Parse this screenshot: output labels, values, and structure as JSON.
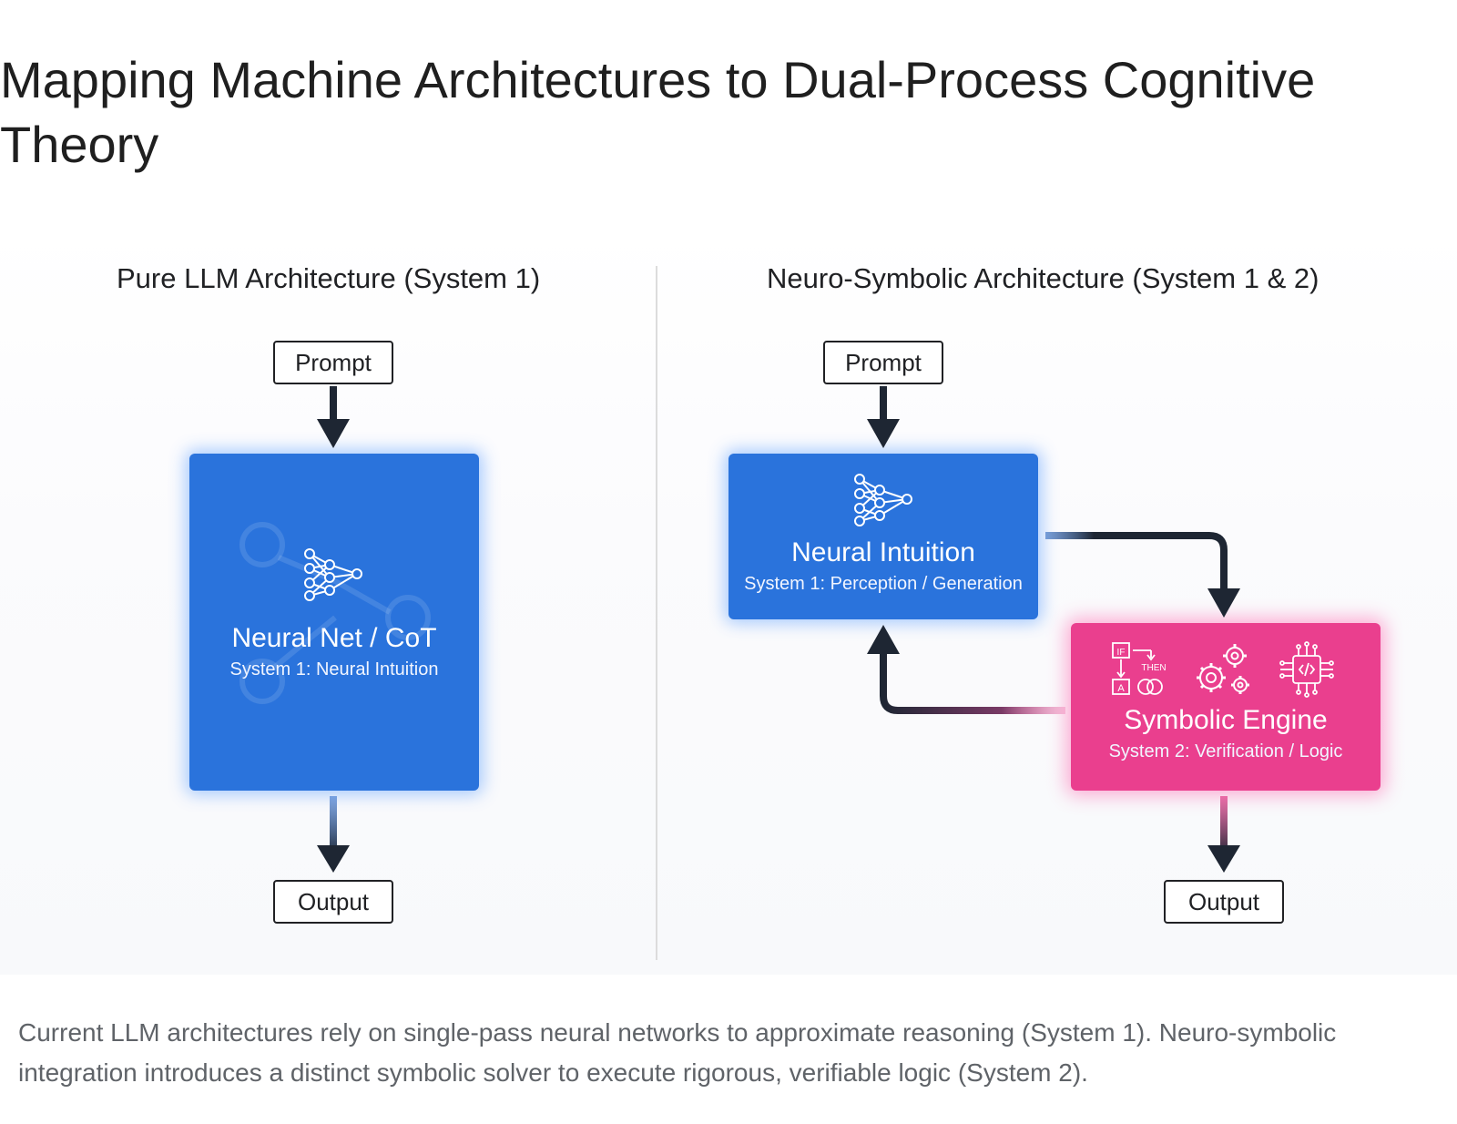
{
  "page": {
    "title": "Mapping Machine Architectures to Dual-Process Cognitive Theory",
    "caption": "Current LLM architectures rely on single-pass neural networks to approximate reasoning (System 1). Neuro-symbolic integration introduces a distinct symbolic solver to execute rigorous, verifiable logic (System 2)."
  },
  "left_panel": {
    "title": "Pure LLM Architecture (System 1)",
    "prompt_label": "Prompt",
    "block_title": "Neural Net / CoT",
    "block_subtitle": "System 1: Neural Intuition",
    "output_label": "Output"
  },
  "right_panel": {
    "title": "Neuro-Symbolic Architecture (System 1 & 2)",
    "prompt_label": "Prompt",
    "neural_title": "Neural Intuition",
    "neural_subtitle": "System 1: Perception / Generation",
    "symbolic_title": "Symbolic Engine",
    "symbolic_subtitle": "System 2: Verification / Logic",
    "icon_if": "IF",
    "icon_then": "THEN",
    "icon_a": "A",
    "output_label": "Output"
  },
  "colors": {
    "neural_blue": "#2a73dc",
    "symbolic_pink": "#ea3f8e",
    "arrow_dark": "#1e2633"
  },
  "icons": [
    "neural-network-icon",
    "if-then-logic-icon",
    "gears-icon",
    "circuit-chip-icon"
  ]
}
